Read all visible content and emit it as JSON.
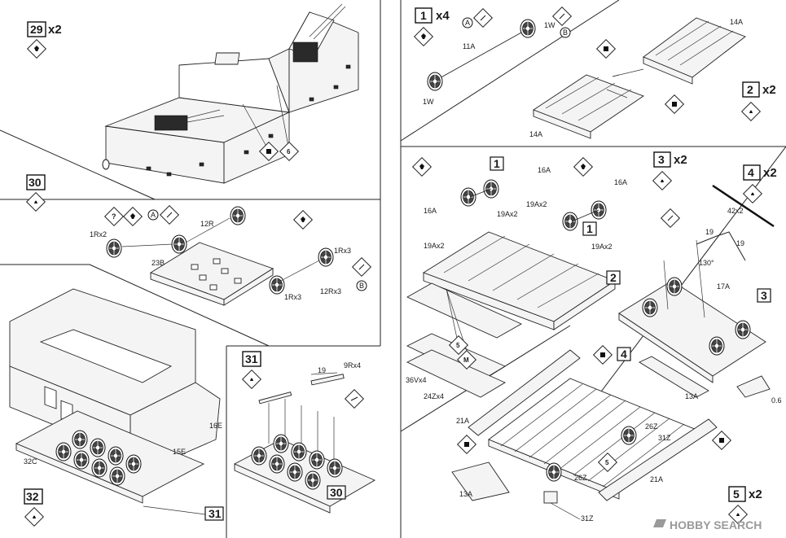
{
  "steps": {
    "s29": {
      "number": "29",
      "qty": "x2"
    },
    "s30": {
      "number": "30"
    },
    "s31": {
      "number": "31"
    },
    "s32": {
      "number": "32"
    },
    "s1": {
      "number": "1",
      "qty": "x4"
    },
    "s2": {
      "number": "2",
      "qty": "x2"
    },
    "s3": {
      "number": "3",
      "qty": "x2"
    },
    "s4": {
      "number": "4",
      "qty": "x2"
    },
    "s5": {
      "number": "5",
      "qty": "x2"
    }
  },
  "labels": {
    "p1Rx2": "1Rx2",
    "p12R": "12R",
    "p23B": "23B",
    "p1Rx3": "1Rx3",
    "p12Rx3": "12Rx3",
    "p1Rx3b": "1Rx3",
    "p16E": "16E",
    "p15E": "15E",
    "p32C": "32C",
    "p19": "19",
    "p9Rx4": "9Rx4",
    "p11A": "11A",
    "p1W_top": "1W",
    "p1W": "1W",
    "p14A_top": "14A",
    "p14A": "14A",
    "p16A_l": "16A",
    "p16A_c": "16A",
    "p16A_r": "16A",
    "p19Ax2_a": "19Ax2",
    "p19Ax2_b": "19Ax2",
    "p19Ax2_c": "19Ax2",
    "p19Ax2_d": "19Ax2",
    "p36Vx4": "36Vx4",
    "p24Zx4": "24Zx4",
    "p42x2": "42x2",
    "p19a": "19",
    "p19b": "19",
    "p130": "130°",
    "p17A": "17A",
    "p0_6": "0.6",
    "p13A_r": "13A",
    "p21A_l": "21A",
    "p26Z_a": "26Z",
    "p31Z_a": "31Z",
    "p26Z_b": "26Z",
    "p13A_l": "13A",
    "p21A_r": "21A",
    "p31Z_b": "31Z"
  },
  "callouts": {
    "ref_a": "A",
    "ref_b": "B",
    "ref_a2": "A",
    "ref_b2": "B",
    "box_30": "30",
    "box_31": "31",
    "box_1a": "1",
    "box_1b": "1",
    "box_2": "2",
    "box_3": "3",
    "box_4": "4",
    "q_mark": "?"
  },
  "watermark": {
    "text": "HOBBY SEARCH"
  }
}
